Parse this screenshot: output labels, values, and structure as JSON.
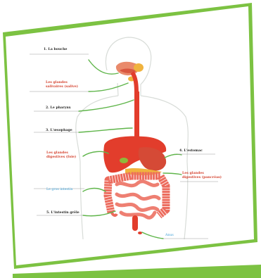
{
  "colors": {
    "frame_green": "#7cc242",
    "leader_green": "#5fb54a",
    "organ_red": "#e23d2c",
    "text_black": "#1d1d1b",
    "text_red": "#d4402c",
    "text_blue": "#3c9fd6"
  },
  "labels": {
    "bouche": "1. La bouche",
    "glandes_salivaires_1": "Les glandes",
    "glandes_salivaires_2": "salivaires (salive)",
    "pharynx": "2. Le pharynx",
    "oesophage": "3. L'œsophage",
    "glandes_foie_1": "Les glandes",
    "glandes_foie_2": "digestives (foie)",
    "estomac": "4. L'estomac",
    "glandes_pancreas_1": "Les glandes",
    "glandes_pancreas_2": "digestives (pancréas)",
    "gros_intestin": "Le gros intestin",
    "intestin_grele": "5. L'intestin grêle",
    "anus": "Anus"
  }
}
